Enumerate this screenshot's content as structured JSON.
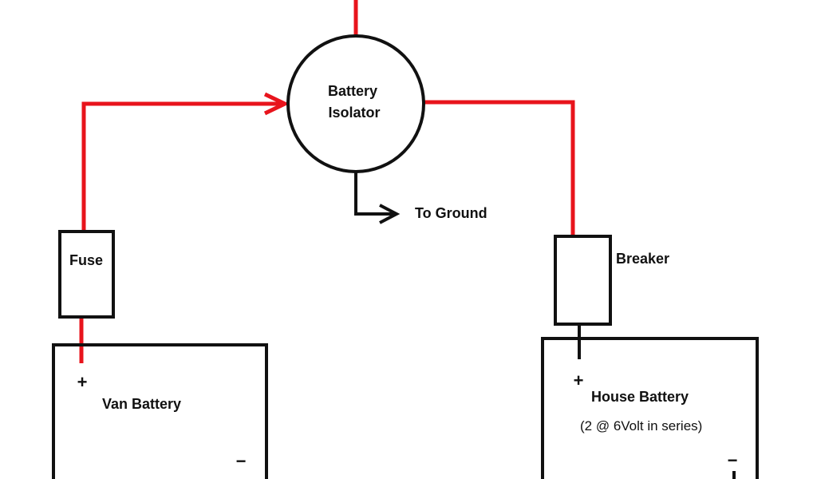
{
  "isolator": {
    "line1": "Battery",
    "line2": "Isolator"
  },
  "ground_label": "To Ground",
  "fuse_label": "Fuse",
  "breaker_label": "Breaker",
  "van_battery": {
    "label": "Van Battery",
    "plus": "+",
    "minus": "−"
  },
  "house_battery": {
    "label": "House Battery",
    "detail": "(2 @ 6Volt in series)",
    "plus": "+",
    "minus": "−"
  },
  "colors": {
    "positive_wire": "#e8141c",
    "wire": "#111111"
  }
}
